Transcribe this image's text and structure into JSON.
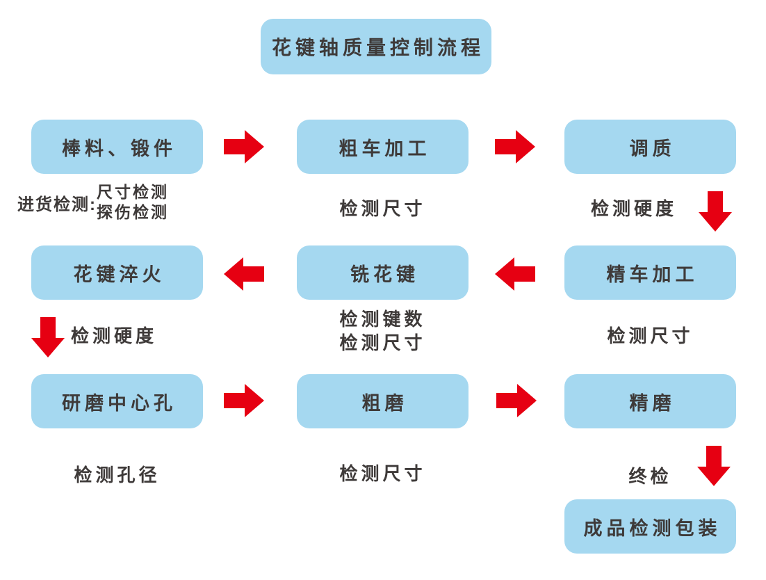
{
  "colors": {
    "box_fill": "#a5d8f0",
    "arrow_red": "#e60012",
    "text": "#3e3a39",
    "background": "#ffffff"
  },
  "process": {
    "title": "花键轴质量控制流程",
    "rows": [
      {
        "steps": [
          "棒料、锻件",
          "粗车加工",
          "调质"
        ]
      },
      {
        "steps": [
          "花键淬火",
          "铣花键",
          "精车加工"
        ]
      },
      {
        "steps": [
          "研磨中心孔",
          "粗磨",
          "精磨"
        ]
      }
    ],
    "final_step": "成品检测包装"
  },
  "inspections": {
    "incoming_prefix": "进货检测:",
    "incoming_items": [
      "尺寸检测",
      "探伤检测"
    ],
    "after_rough_turning": "检测尺寸",
    "after_tempering": "检测硬度",
    "after_spline_quench": "检测硬度",
    "after_milling": [
      "检测键数",
      "检测尺寸"
    ],
    "after_fine_turning": "检测尺寸",
    "after_center_hole": "检测孔径",
    "after_rough_grind": "检测尺寸",
    "after_fine_grind": "终检"
  },
  "icons": {
    "arrow_right": "red block arrow pointing right",
    "arrow_left": "red block arrow pointing left",
    "arrow_down": "red block arrow pointing down"
  }
}
